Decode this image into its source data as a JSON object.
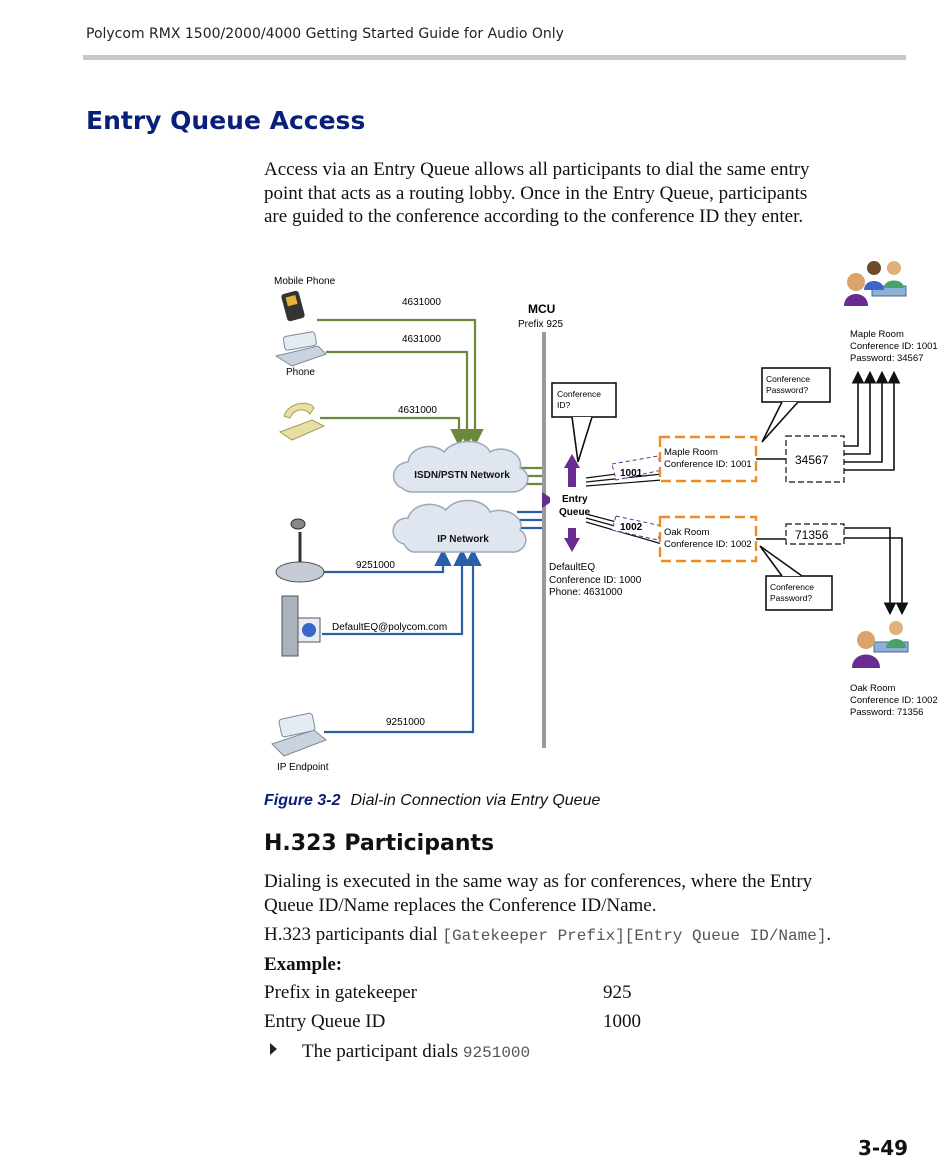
{
  "header": {
    "running_title": "Polycom RMX 1500/2000/4000 Getting Started Guide for Audio Only"
  },
  "section_title": "Entry Queue Access",
  "intro": [
    "Access via an Entry Queue allows all participants to dial the same entry",
    "point that acts as a routing lobby. Once in the Entry Queue, participants",
    "are guided to the conference according to the conference ID they enter."
  ],
  "diagram": {
    "mobile_label": "Mobile Phone",
    "phone_label": "Phone",
    "ip_endpoint_label": "IP Endpoint",
    "dial_1": "4631000",
    "dial_2": "4631000",
    "dial_3": "4631000",
    "dial_4": "9251000",
    "dial_5": "DefaultEQ@polycom.com",
    "dial_6": "9251000",
    "isdn_label": "ISDN/PSTN Network",
    "ip_network_label": "IP Network",
    "mcu_title": "MCU",
    "mcu_prefix": "Prefix 925",
    "eq_label_1": "Entry",
    "eq_label_2": "Queue",
    "conf_id_bubble_1": "Conference",
    "conf_id_bubble_2": "ID?",
    "default_eq_1": "DefaultEQ",
    "default_eq_2": "Conference ID: 1000",
    "default_eq_3": "Phone: 4631000",
    "route_1001": "1001",
    "route_1002": "1002",
    "maple_box_1": "Maple Room",
    "maple_box_2": "Conference ID: 1001",
    "oak_box_1": "Oak Room",
    "oak_box_2": "Conference ID: 1002",
    "pw_maple": "34567",
    "pw_oak": "71356",
    "pw_bubble_1": "Conference",
    "pw_bubble_2": "Password?",
    "maple_room_1": "Maple Room",
    "maple_room_2": "Conference ID: 1001",
    "maple_room_3": "Password: 34567",
    "oak_room_1": "Oak Room",
    "oak_room_2": "Conference ID: 1002",
    "oak_room_3": "Password: 71356",
    "colors": {
      "green": "#6a8a3a",
      "blue": "#2a5fa8",
      "purple": "#6a2c91",
      "orange": "#f08a24"
    }
  },
  "figure": {
    "number": "Figure 3-2",
    "title": "Dial-in Connection via Entry Queue"
  },
  "subsection_title": "H.323 Participants",
  "para1": [
    "Dialing is executed in the same way as for conferences, where the Entry",
    "Queue ID/Name replaces the Conference ID/Name."
  ],
  "para2_text": "H.323 participants dial ",
  "para2_code": "[Gatekeeper Prefix][Entry Queue ID/Name]",
  "para2_end": ".",
  "example_label": "Example:",
  "examples": [
    {
      "key": "Prefix in gatekeeper",
      "value": "925"
    },
    {
      "key": "Entry Queue ID",
      "value": "1000"
    }
  ],
  "bullet_text": "The participant dials ",
  "bullet_code": "9251000",
  "page_number": "3-49"
}
